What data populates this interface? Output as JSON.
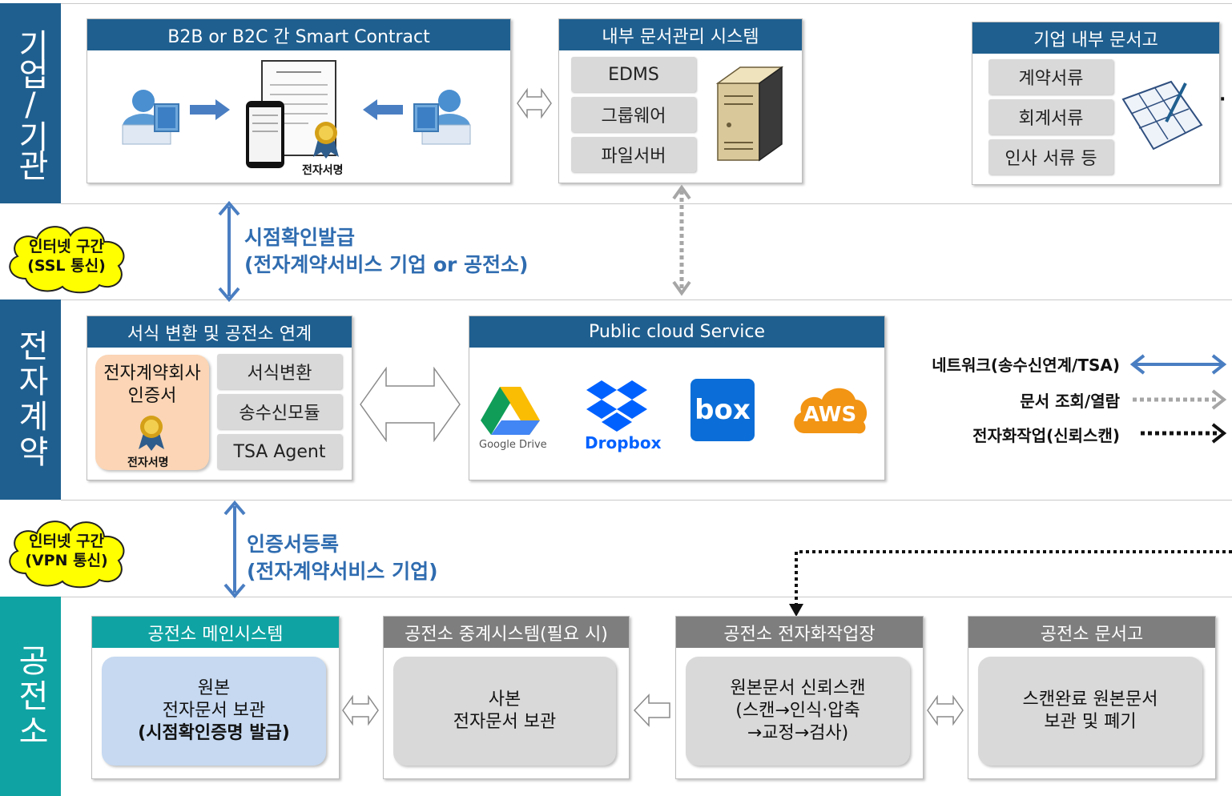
{
  "sections": {
    "enterprise_label": "기업/기관",
    "contract_label": "전자계약",
    "notary_label": "공전소"
  },
  "colors": {
    "navy": "#1f5f8f",
    "teal": "#10a3a3",
    "gray": "#7e7e7e",
    "arrow_blue": "#4a7ec2",
    "peach": "#fbd5b5",
    "light_blue": "#c6d9f1"
  },
  "top": {
    "smart_contract": {
      "title": "B2B or B2C 간 Smart Contract",
      "signature_label": "전자서명"
    },
    "internal_docs": {
      "title": "내부 문서관리 시스템",
      "items": [
        "EDMS",
        "그룹웨어",
        "파일서버"
      ]
    },
    "archive": {
      "title": "기업 내부 문서고",
      "items": [
        "계약서류",
        "회계서류",
        "인사 서류 등"
      ]
    }
  },
  "band1": {
    "cloud_line1": "인터넷 구간",
    "cloud_line2": "(SSL 통신)",
    "arrow_text_line1": "시점확인발급",
    "arrow_text_line2": "(전자계약서비스 기업 or 공전소)"
  },
  "middle": {
    "conversion": {
      "title": "서식 변환 및 공전소 연계",
      "cert_line1": "전자계약회사",
      "cert_line2": "인증서",
      "signature_label": "전자서명",
      "items": [
        "서식변환",
        "송수신모듈",
        "TSA Agent"
      ]
    },
    "cloud_service": {
      "title": "Public cloud Service",
      "gdrive_label": "Google Drive",
      "dropbox_label": "Dropbox",
      "box_label": "box",
      "aws_label": "AWS"
    }
  },
  "legend": {
    "network": "네트워크(송수신연계/TSA)",
    "view": "문서 조회/열람",
    "digitize": "전자화작업(신뢰스캔)"
  },
  "band2": {
    "cloud_line1": "인터넷 구간",
    "cloud_line2": "(VPN 통신)",
    "arrow_text_line1": "인증서등록",
    "arrow_text_line2": "(전자계약서비스 기업)"
  },
  "bottom": {
    "main_system": {
      "title": "공전소 메인시스템",
      "line1": "원본",
      "line2": "전자문서 보관",
      "line3": "(시점확인증명 발급)"
    },
    "relay_system": {
      "title": "공전소 중계시스템(필요 시)",
      "line1": "사본",
      "line2": "전자문서 보관"
    },
    "digitize_site": {
      "title": "공전소 전자화작업장",
      "line1": "원본문서 신뢰스캔",
      "line2": "(스캔→인식·압축",
      "line3": "→교정→검사)"
    },
    "archive": {
      "title": "공전소 문서고",
      "line1": "스캔완료 원본문서",
      "line2": "보관 및 폐기"
    }
  }
}
